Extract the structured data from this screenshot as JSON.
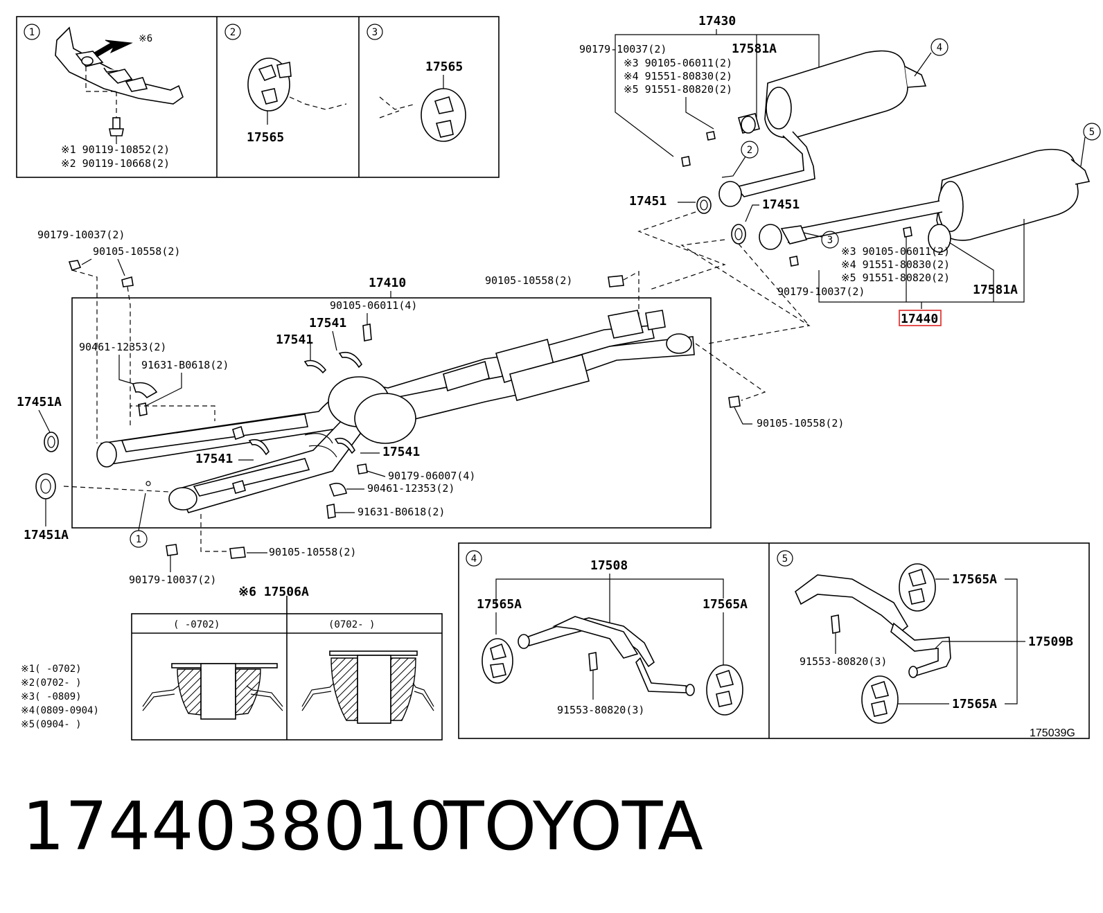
{
  "inset1": {
    "index": "1",
    "mark": "※6",
    "note1": "※1 90119-10852(2)",
    "note2": "※2 90119-10668(2)"
  },
  "inset2": {
    "index": "2",
    "part": "17565"
  },
  "inset3": {
    "index": "3",
    "part": "17565"
  },
  "assy_rear_right": {
    "number": "17430",
    "clamp": "17581A",
    "l1": "90179-10037(2)",
    "l2": "※3 90105-06011(2)",
    "l3": "※4 91551-80830(2)",
    "l4": "※5 91551-80820(2)",
    "circle4": "4",
    "circle2": "2"
  },
  "assy_rear_left": {
    "number": "17440",
    "clamp": "17581A",
    "l1": "※3 90105-06011(2)",
    "l2": "※4 91551-80830(2)",
    "l3": "※5 91551-80820(2)",
    "l4": "90179-10037(2)",
    "circle5": "5",
    "circle3": "3"
  },
  "gaskets": {
    "g1": "17451",
    "g2": "17451",
    "g3": "17451A",
    "g4": "17451A"
  },
  "front_pipe": {
    "number": "17410",
    "labels": {
      "a": "90179-10037(2)",
      "b": "90105-10558(2)",
      "c": "90105-10558(2)",
      "d": "90105-06011(4)",
      "e": "17541",
      "f": "17541",
      "g": "90461-12353(2)",
      "h": "91631-B0618(2)",
      "i": "17541",
      "j": "17541",
      "k": "90179-06007(4)",
      "l": "90461-12353(2)",
      "m": "91631-B0618(2)",
      "n": "90105-10558(2)",
      "o": "90105-10558(2)",
      "p": "90179-10037(2)"
    },
    "circle1": "1"
  },
  "detail6": {
    "title": "※6  17506A",
    "col1": "(     -0702)",
    "col2": "(0702-     )"
  },
  "notes": [
    "※1(      -0702)",
    "※2(0702-      )",
    "※3(      -0809)",
    "※4(0809-0904)",
    "※5(0904-      )"
  ],
  "inset4": {
    "index": "4",
    "bracket": "17508",
    "left": "17565A",
    "right": "17565A",
    "bolt": "91553-80820(3)"
  },
  "inset5": {
    "index": "5",
    "top": "17565A",
    "bottom": "17565A",
    "bracket": "17509B",
    "bolt": "91553-80820(3)"
  },
  "figure_code": "175039G",
  "footer": {
    "part_number": "1744038010",
    "brand": "TOYOTA"
  },
  "colors": {
    "highlight": "#e23b3b",
    "ink": "#000000",
    "background": "#ffffff"
  }
}
